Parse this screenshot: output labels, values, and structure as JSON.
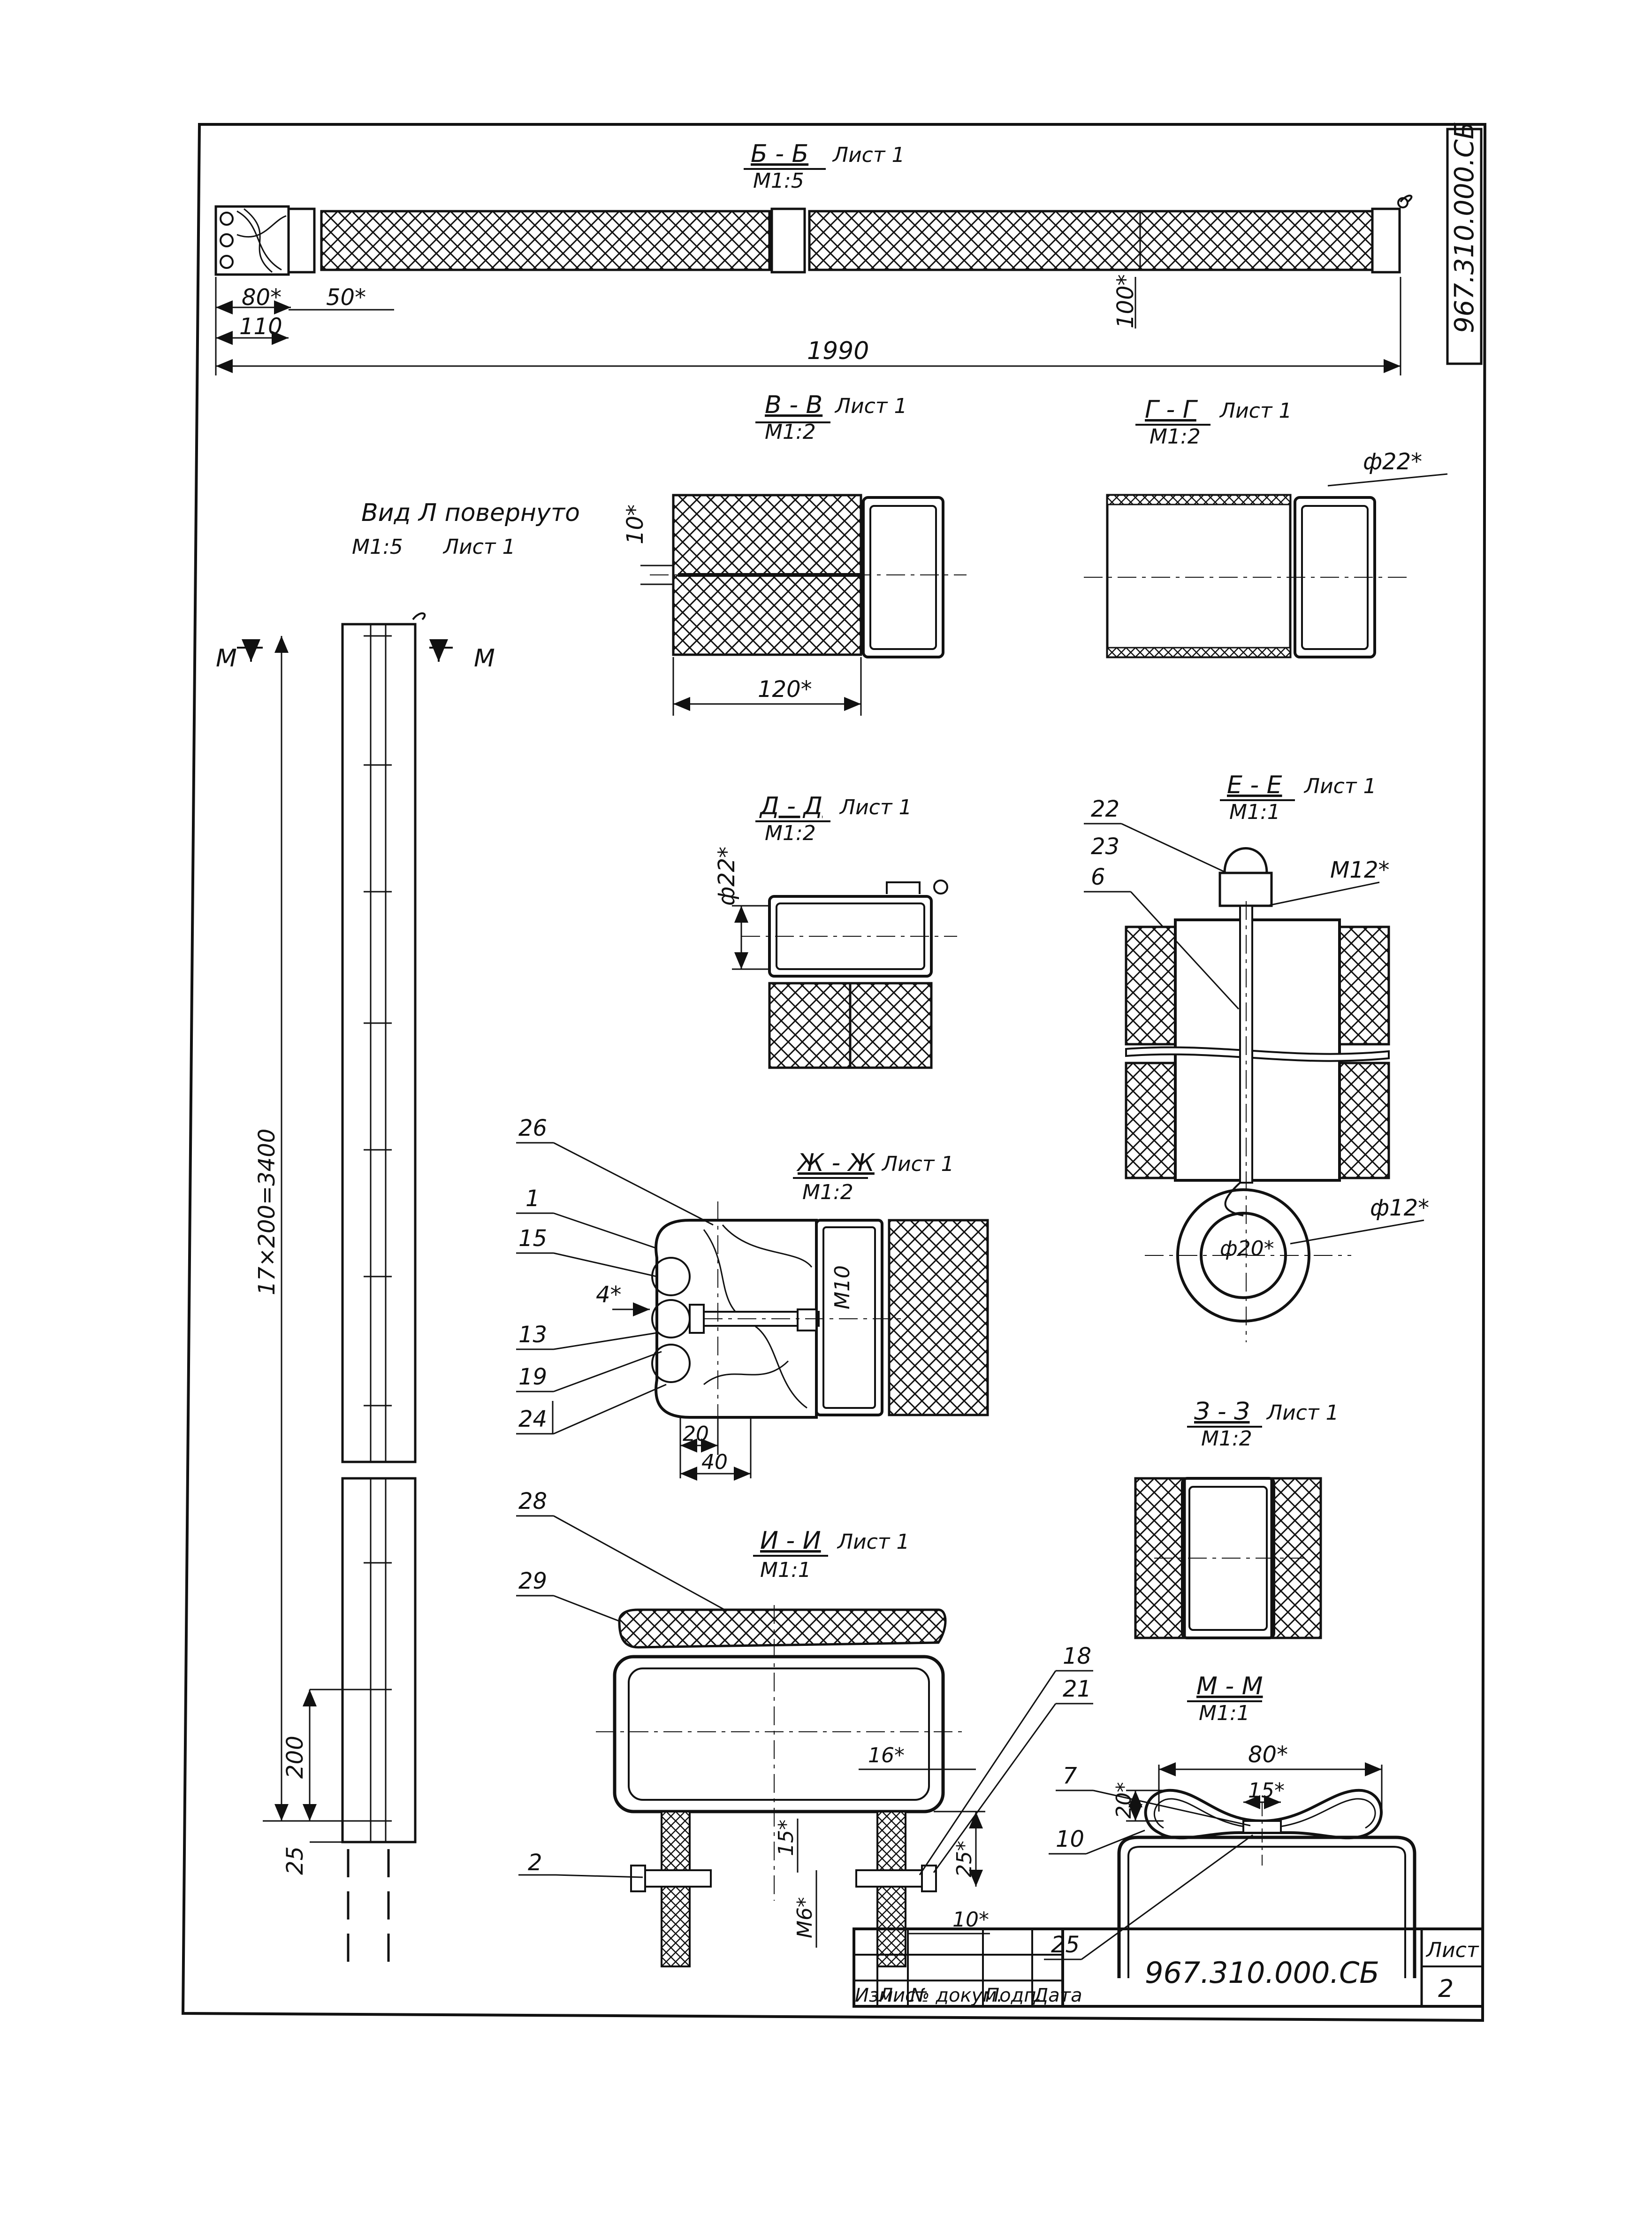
{
  "document": {
    "code": "967.310.000.СБ",
    "sheet_label": "Лист",
    "sheet_number": "2",
    "title_block_headers": [
      "Изм",
      "Лист",
      "№ докум.",
      "Подп.",
      "Дата"
    ]
  },
  "views": {
    "bb": {
      "name": "Б - Б",
      "sheet": "Лист 1",
      "scale": "М1:5",
      "dims": [
        "80*",
        "50*",
        "110",
        "100*",
        "1990"
      ]
    },
    "vv": {
      "name": "В - В",
      "sheet": "Лист 1",
      "scale": "М1:2",
      "dims": [
        "10*",
        "120*"
      ]
    },
    "gg": {
      "name": "Г - Г",
      "sheet": "Лист 1",
      "scale": "М1:2",
      "dims": [
        "ф22*"
      ]
    },
    "vid": {
      "name": "Вид Л повернуто",
      "scale": "М1:5",
      "sheet": "Лист 1",
      "dims": [
        "17×200=3400",
        "200",
        "25"
      ],
      "section_mark": "М"
    },
    "dd": {
      "name": "Д - Д",
      "sheet": "Лист 1",
      "scale": "М1:2",
      "dims": [
        "ф22*"
      ]
    },
    "ee": {
      "name": "Е - Е",
      "sheet": "Лист 1",
      "scale": "М1:1",
      "dims": [
        "М12*",
        "ф20*",
        "ф12*"
      ],
      "callouts": [
        "22",
        "23",
        "6"
      ]
    },
    "zhzh": {
      "name": "Ж - Ж",
      "sheet": "Лист 1",
      "scale": "М1:2",
      "dims": [
        "4*",
        "М10",
        "20",
        "40"
      ],
      "callouts": [
        "26",
        "1",
        "15",
        "13",
        "19",
        "24"
      ]
    },
    "zz": {
      "name": "З - З",
      "sheet": "Лист 1",
      "scale": "М1:2"
    },
    "ii": {
      "name": "И - И",
      "sheet": "Лист 1",
      "scale": "М1:1",
      "dims": [
        "16*",
        "15*",
        "25*",
        "М6*",
        "10*"
      ],
      "callouts": [
        "28",
        "29",
        "2",
        "18",
        "21"
      ]
    },
    "mm": {
      "name": "М - М",
      "scale": "М1:1",
      "dims": [
        "80*",
        "15*",
        "20*"
      ],
      "callouts": [
        "7",
        "10",
        "25"
      ]
    }
  },
  "colors": {
    "ink": "#111111",
    "paper": "#ffffff"
  }
}
